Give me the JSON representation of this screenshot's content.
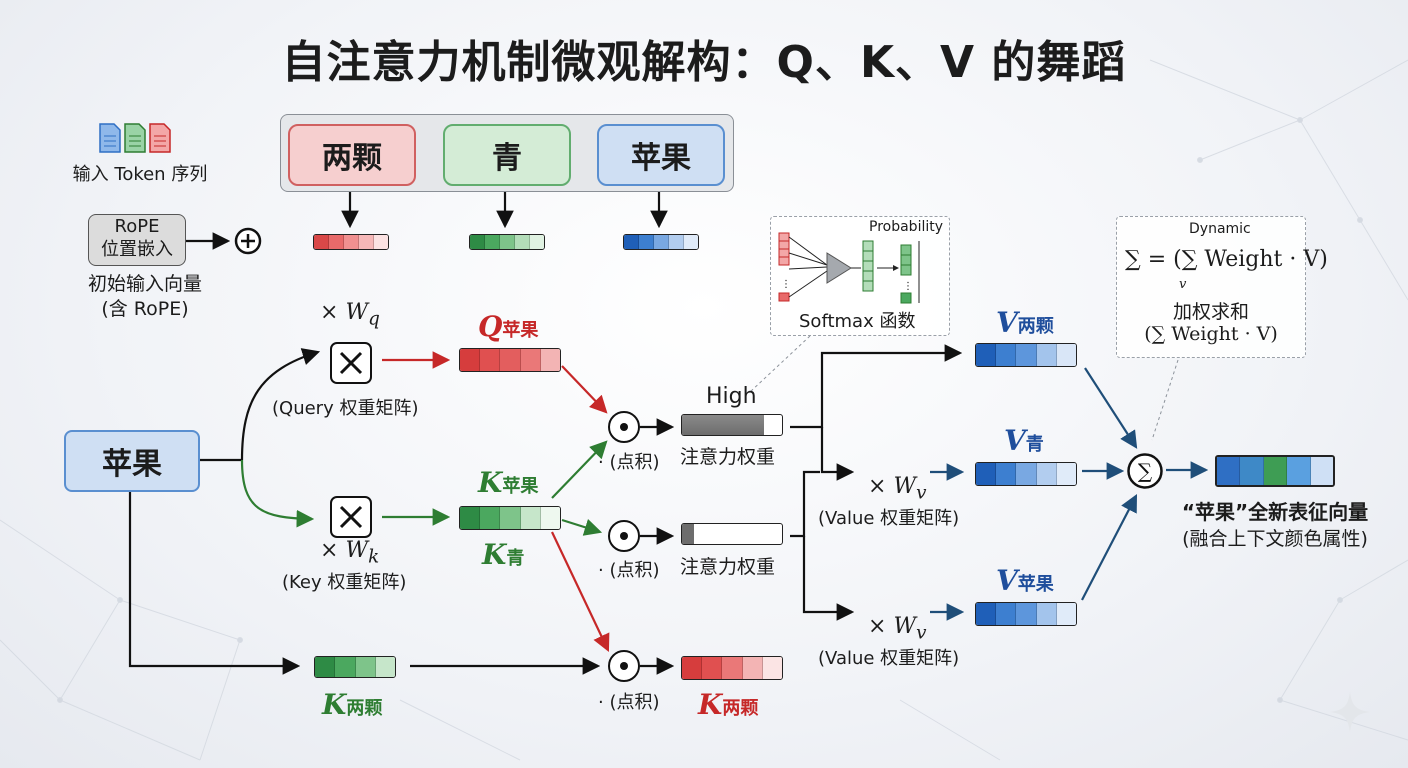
{
  "title": "自注意力机制微观解构：Q、K、V 的舞蹈",
  "input": {
    "doc_icons_label": "输入 Token 序列",
    "tokens": [
      "两颗",
      "青",
      "苹果"
    ],
    "rope_box": "RoPE\n位置嵌入",
    "initial_vectors_label": "初始输入向量\n(含 RoPE)"
  },
  "main_token": "苹果",
  "projections": {
    "wq": {
      "symbol": "W",
      "sub": "q",
      "caption": "(Query 权重矩阵)"
    },
    "wk": {
      "symbol": "W",
      "sub": "k",
      "caption": "(Key 权重矩阵)"
    },
    "wv_caption": "(Value 权重矩阵)",
    "wv_sub": "v"
  },
  "vectors": {
    "q_apple": {
      "letter": "Q",
      "sub": "苹果"
    },
    "k_apple": {
      "letter": "K",
      "sub": "苹果"
    },
    "k_qing": {
      "letter": "K",
      "sub": "青"
    },
    "k_two": {
      "letter": "K",
      "sub": "两颗"
    },
    "k_two_result": {
      "letter": "K",
      "sub": "两颗"
    },
    "v_two": {
      "letter": "V",
      "sub": "两颗"
    },
    "v_qing": {
      "letter": "V",
      "sub": "青"
    },
    "v_apple": {
      "letter": "V",
      "sub": "苹果"
    }
  },
  "dot_product_label": "· (点积)",
  "attention": {
    "high_label": "High",
    "weight_label": "注意力权重",
    "level_high": 0.82,
    "level_low": 0.12
  },
  "softmax": {
    "title": "Probability",
    "label": "Softmax 函数"
  },
  "weighted_sum": {
    "dynamic_label": "Dynamic",
    "formula_text": "∑ = (∑ Weight · V)",
    "formula_sub": "v",
    "label_line1": "加权求和",
    "label_line2": "(∑ Weight · V)"
  },
  "output": {
    "label_line1": "“苹果”全新表征向量",
    "label_line2": "(融合上下文颜色属性)"
  },
  "colors": {
    "red": "#e05a5a",
    "green": "#3e9d54",
    "blue": "#2f6fc4",
    "dark_red": "#c62828",
    "dark_green": "#2e7d32",
    "dark_blue": "#1f4e9c",
    "arrow_navy": "#1f4e79"
  },
  "icons": [
    "document-blue-icon",
    "document-green-icon",
    "document-red-icon",
    "plus-circle-icon",
    "multiply-box-icon",
    "dot-product-icon",
    "sigma-circle-icon",
    "sparkle-icon"
  ]
}
